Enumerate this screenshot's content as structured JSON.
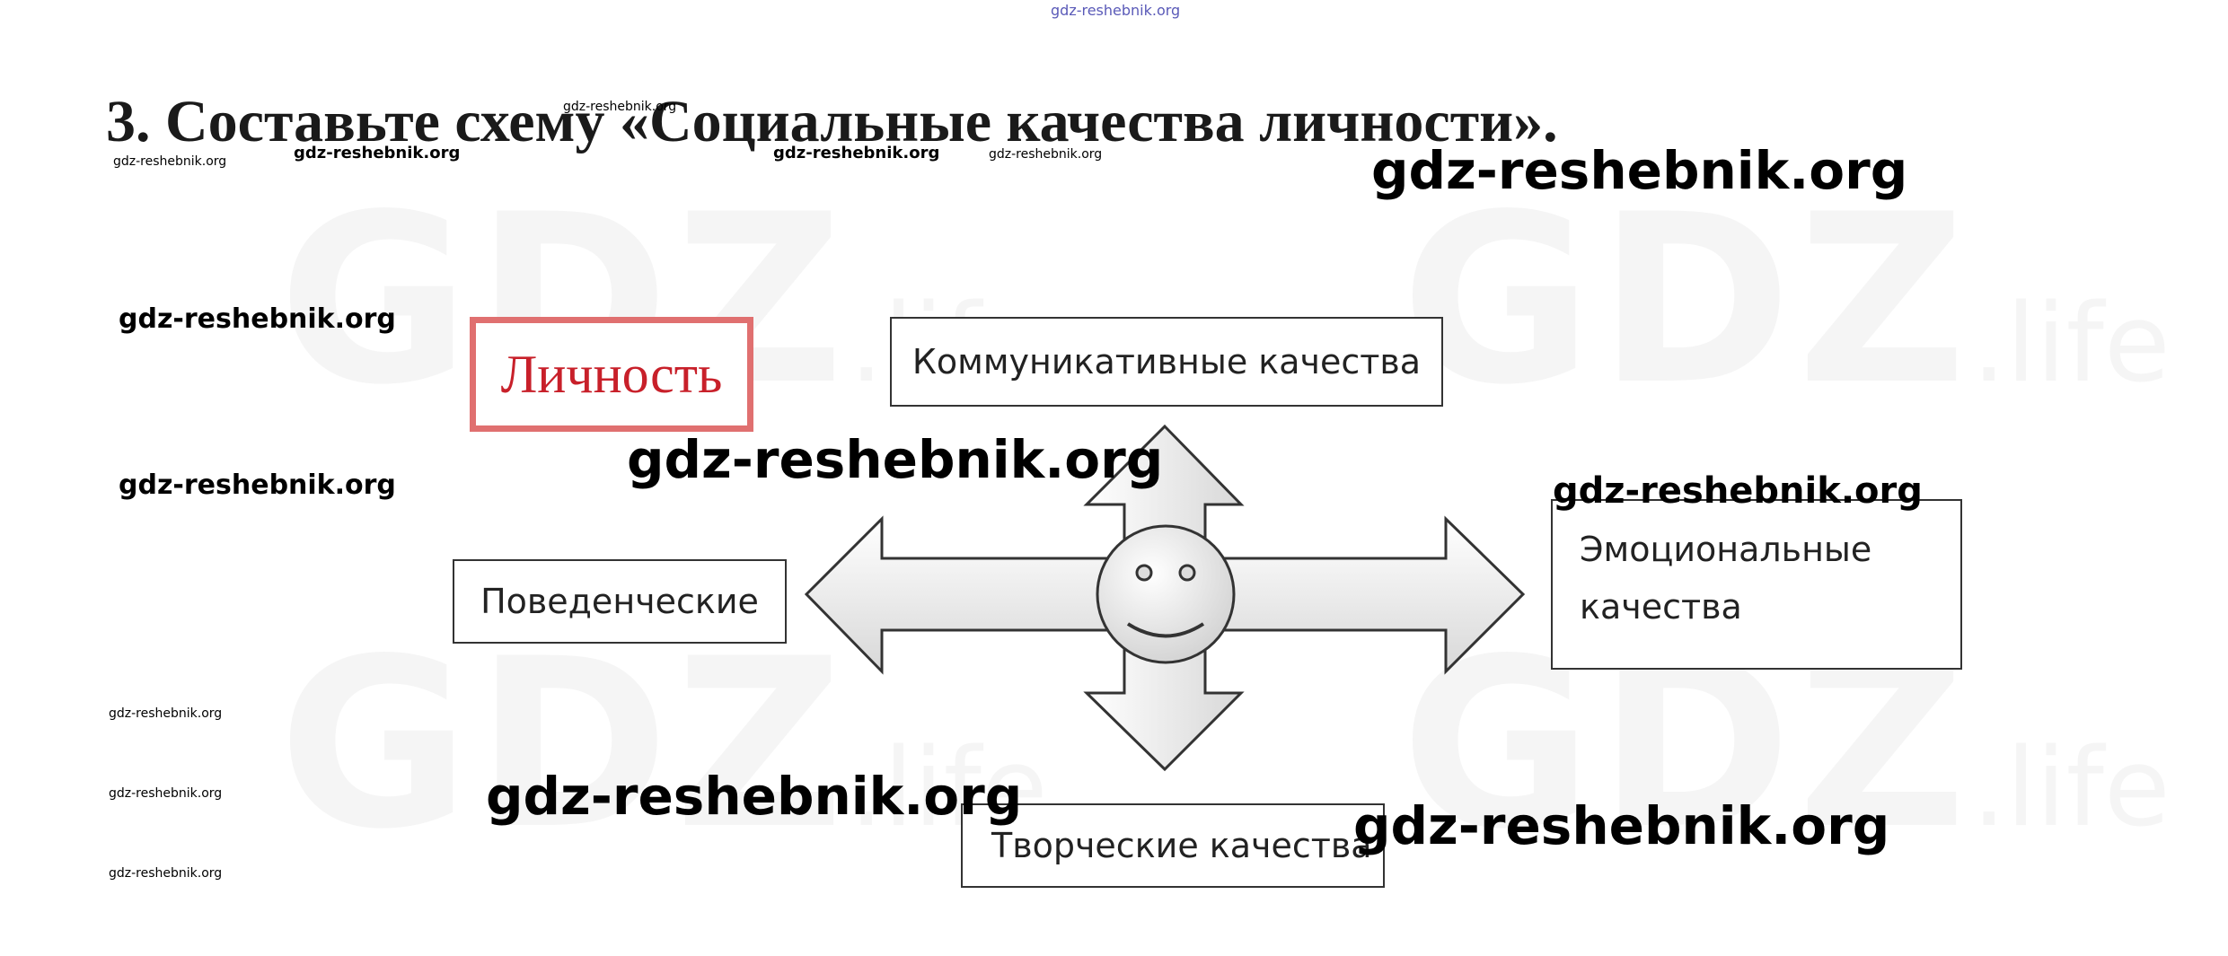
{
  "header": {
    "title": "3. Составьте схему «Социальные качества личности»."
  },
  "diagram": {
    "center_label": "Личность",
    "top_label": "Коммуникативные качества",
    "left_label": "Поведенческие",
    "right_label": "Эмоциональные качества",
    "bottom_label": "Творческие качества"
  },
  "watermarks": {
    "background_big": "GDZ",
    "background_small": ".life",
    "site": "gdz-reshebnik.org"
  },
  "colors": {
    "center_border": "#e07070",
    "center_text": "#c8202a",
    "arrow_fill": "#eeeeee",
    "top_watermark": "#5a5ab8"
  }
}
